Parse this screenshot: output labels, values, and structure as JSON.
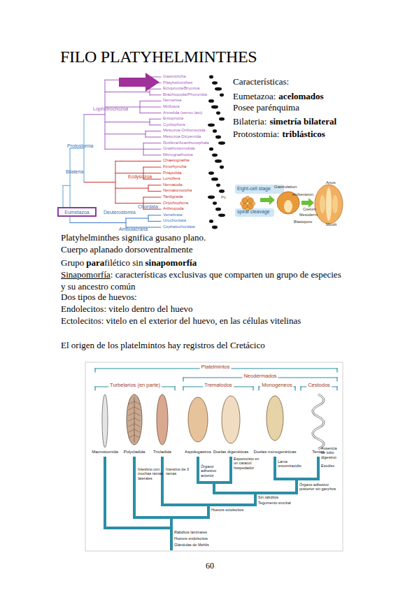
{
  "diagram": {
    "title": "FILO PLATYHELMINTHES",
    "nodes": [
      {
        "text": [
          "Eumetazoa"
        ]
      }
    ],
    "labels": [
      "Características:",
      "Eumetazoa:",
      "acelomados",
      "Posee parénquima",
      "Bilateria:",
      "simetría bilateral",
      "Protostomia:",
      "triblásticos",
      "Platyhelminthes significa gusano plano.",
      "Cuerpo aplanado dorsoventralmente",
      "Grupo",
      "para",
      "filético sin",
      "sinapomorfía",
      "Sinapomorfía",
      ": características exclusivas que comparten un grupo de especies y su ancestro común",
      "Dos tipos de huevos:",
      "Endolecitos: vitelo dentro del huevo",
      "Ectolecitos: vitelo en el exterior del huevo, en las células vitelinas",
      "El origen de los platelmintos hay registros del Cretácico",
      "60",
      "Gastrotricha",
      "Platyhelminthes",
      "Ectoprocta/Bryozoa",
      "Brachiopoda/Phoronida",
      "Nemertea",
      "Mollusca",
      "Annelida (sensu lato)",
      "Entoprocta",
      "Cycliophora",
      "Mesozoa-Orthonectida",
      "Mesozoa-Dicyemida",
      "Rotifera/Acanthocephala",
      "Gnathostomulida",
      "Micrognathozoa",
      "Chaetognatha",
      "Kinorhyncha",
      "Priapulida",
      "Loricifera",
      "Nematoda",
      "Nematomorpha",
      "Tardigrada",
      "Onychophora",
      "Arthropoda",
      "Vertebrata",
      "Urochordata",
      "Cephalochordata",
      "Lophotrochozoa",
      "Protostomia",
      "Bilateria",
      "Ecdysozoa",
      "Deuterostomia",
      "Chordata",
      "Ambulacraria",
      "Pc",
      "Eight-cell stage",
      "spiral cleavage",
      "Gastrulation",
      "Archenteron",
      "Anus",
      "Coelum",
      "Mesoderm",
      "Blastopore",
      "Mouth",
      "Platelmintos",
      "Neodermados",
      "Turbelarios (en parte)",
      "Trematodos",
      "Monogeneos",
      "Cestodos",
      "Macrostomida",
      "Polycladida",
      "Tricladida",
      "Aspidogastros",
      "Duelas digenéticas",
      "Duelas monogenéticas",
      "Tenias",
      "Intestino con muchas ramas laterales",
      "Intestino de 3 ramas",
      "Esporocisto en un caracol hospedador",
      "Larva oncomiracidio",
      "Ausencia de tubo digestivo",
      "Escólex",
      "Órgano adhesivo anterior",
      "Órgano adhesivo posterior sin ganchos",
      "Sin rabditos",
      "Tegumento sincitial",
      "Huevos ectolecitos",
      "Rabditos laminares",
      "Huevos endolecitos",
      "Glándulas de Mehlis"
    ]
  }
}
